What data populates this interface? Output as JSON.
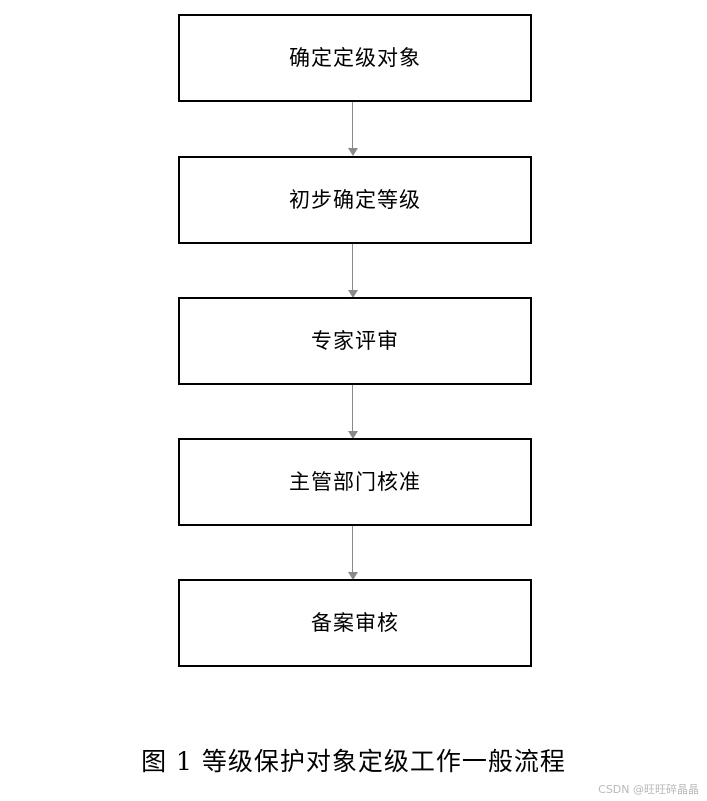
{
  "figure": {
    "caption": "图 1  等级保护对象定级工作一般流程",
    "watermark": "CSDN @旺旺碎晶晶",
    "colors": {
      "box_border": "#000000",
      "background": "#ffffff",
      "connector": "#8a8a8a",
      "text": "#000000",
      "watermark": "#b9b9b9"
    }
  },
  "flow": {
    "nodes": [
      {
        "id": "node-1",
        "label": "确定定级对象"
      },
      {
        "id": "node-2",
        "label": "初步确定等级"
      },
      {
        "id": "node-3",
        "label": "专家评审"
      },
      {
        "id": "node-4",
        "label": "主管部门核准"
      },
      {
        "id": "node-5",
        "label": "备案审核"
      }
    ],
    "edges": [
      {
        "from": "node-1",
        "to": "node-2"
      },
      {
        "from": "node-2",
        "to": "node-3"
      },
      {
        "from": "node-3",
        "to": "node-4"
      },
      {
        "from": "node-4",
        "to": "node-5"
      }
    ]
  }
}
